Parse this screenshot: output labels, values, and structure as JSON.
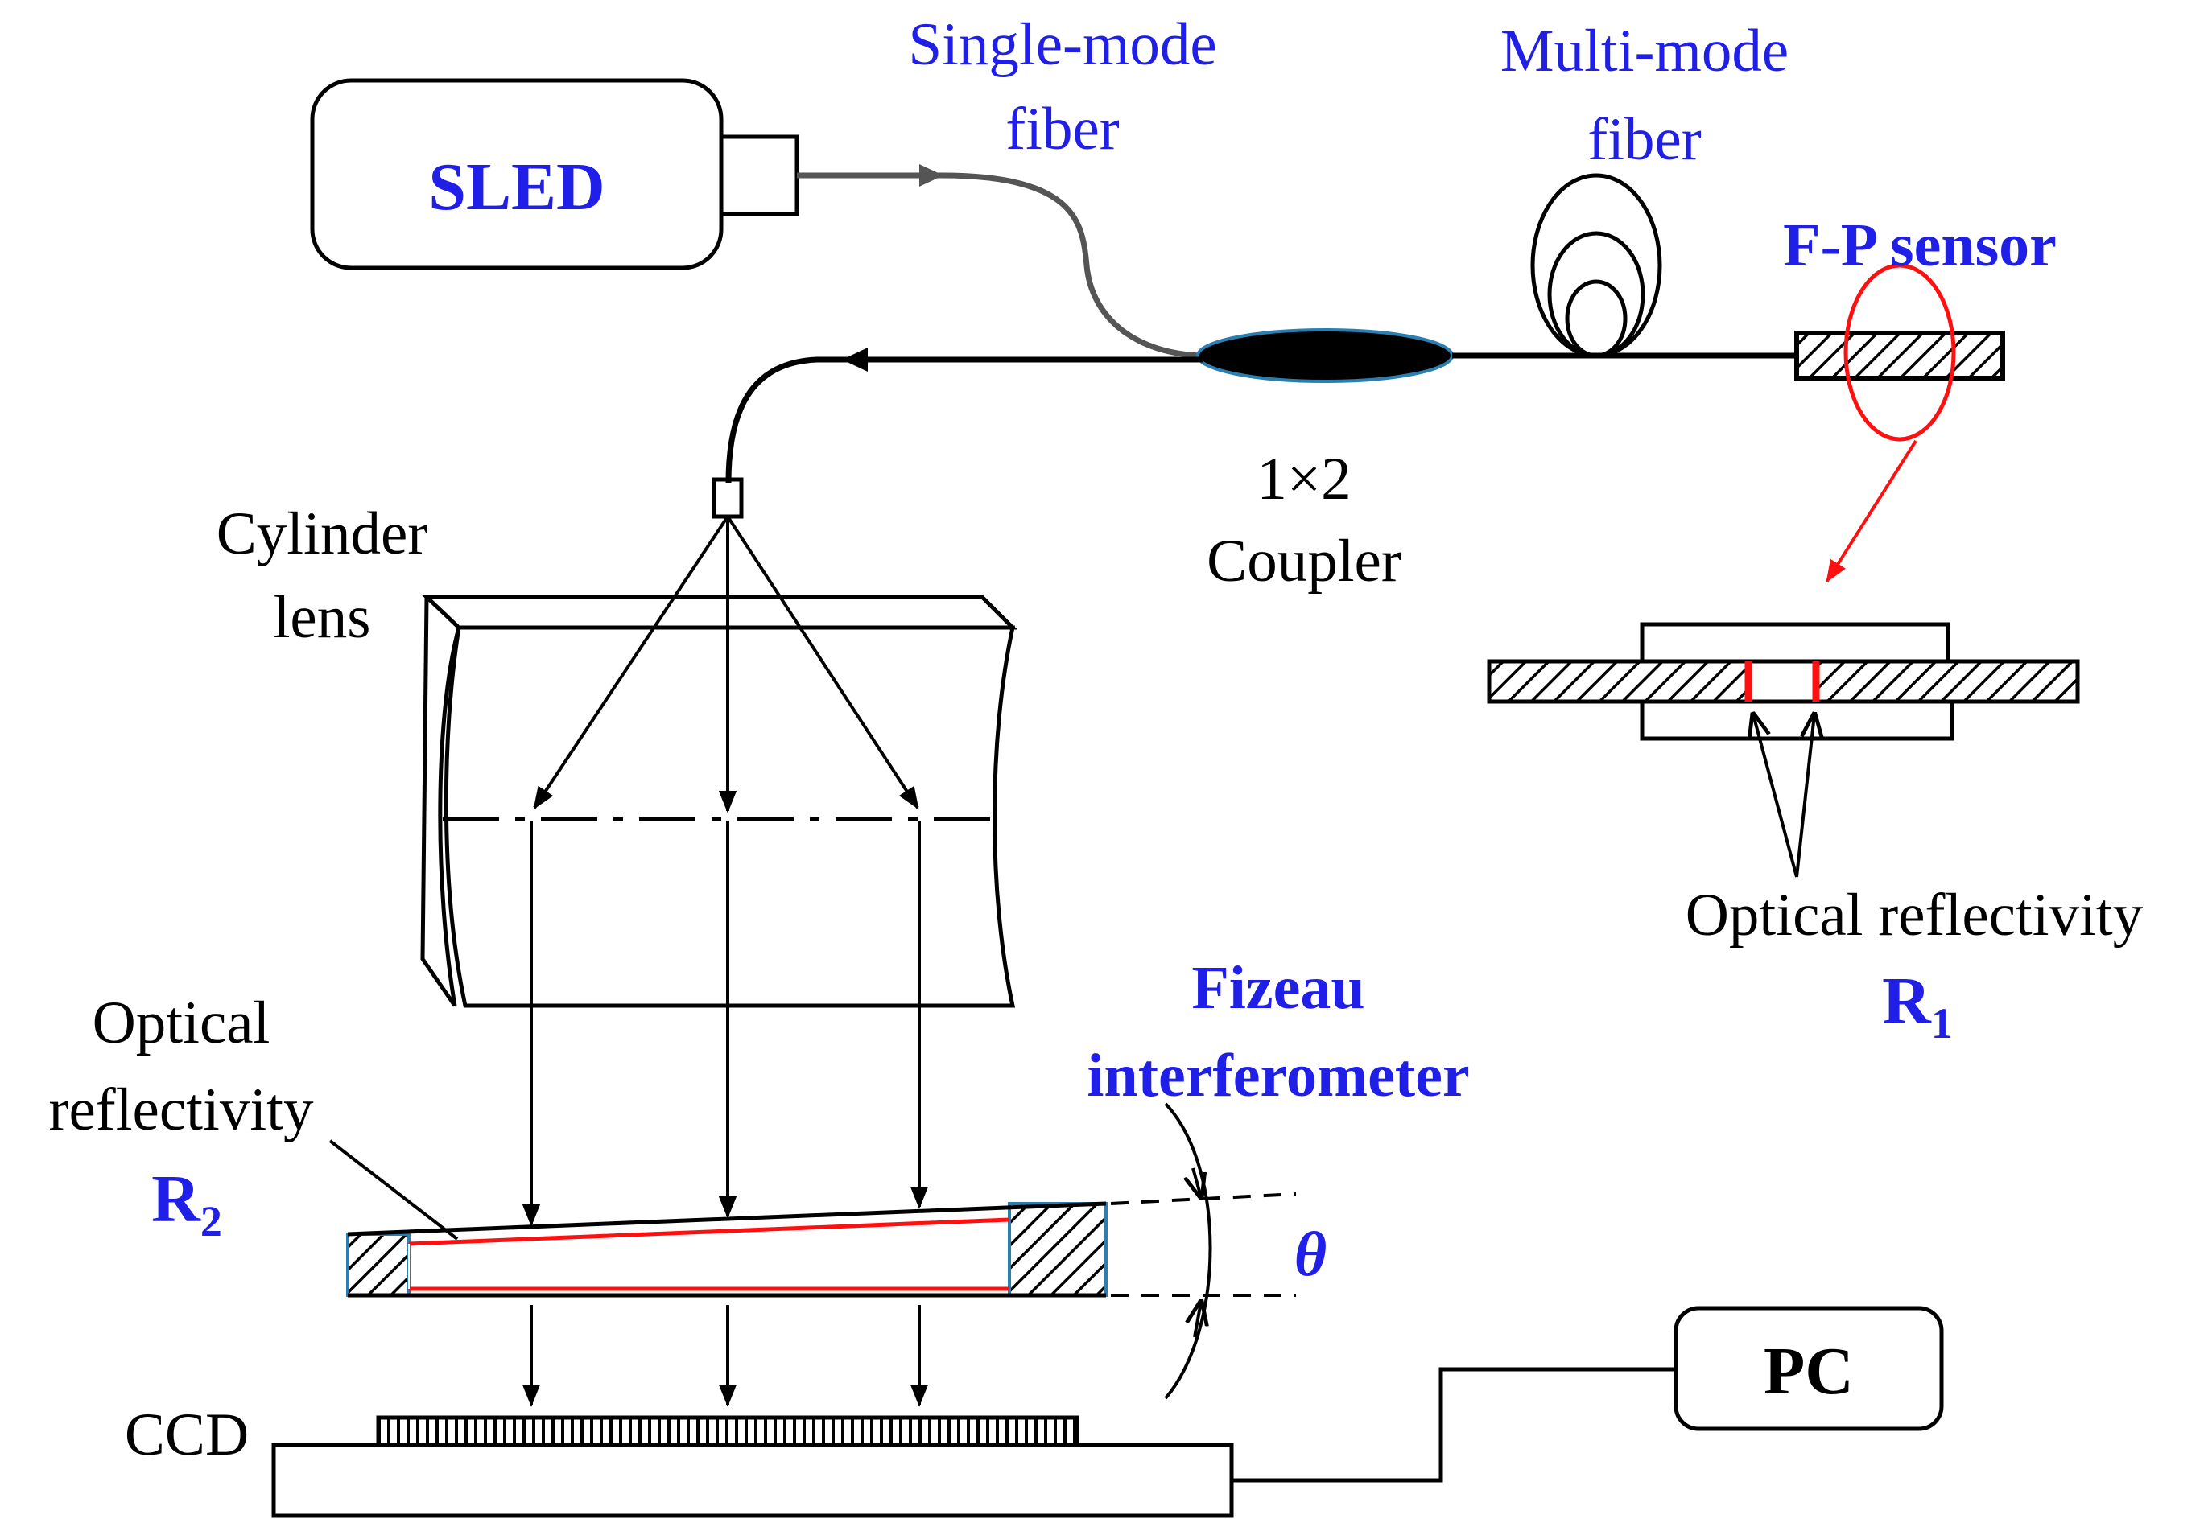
{
  "labels": {
    "sled": "SLED",
    "single_mode_line1": "Single-mode",
    "single_mode_line2": "fiber",
    "multi_mode_line1": "Multi-mode",
    "multi_mode_line2": "fiber",
    "fp_sensor": "F-P sensor",
    "coupler_line1": "1×2",
    "coupler_line2": "Coupler",
    "cylinder_line1": "Cylinder",
    "cylinder_line2": "lens",
    "reflectivity_r1_label": "Optical reflectivity",
    "r1_letter": "R",
    "r1_sub": "1",
    "reflectivity_r2_line1": "Optical",
    "reflectivity_r2_line2": "reflectivity",
    "r2_letter": "R",
    "r2_sub": "2",
    "fizeau_line1": "Fizeau",
    "fizeau_line2": "interferometer",
    "theta": "θ",
    "ccd": "CCD",
    "pc": "PC"
  },
  "colors": {
    "label_blue": "#1f1fe8",
    "highlight_red": "#ff1010",
    "stroke": "#000000"
  }
}
